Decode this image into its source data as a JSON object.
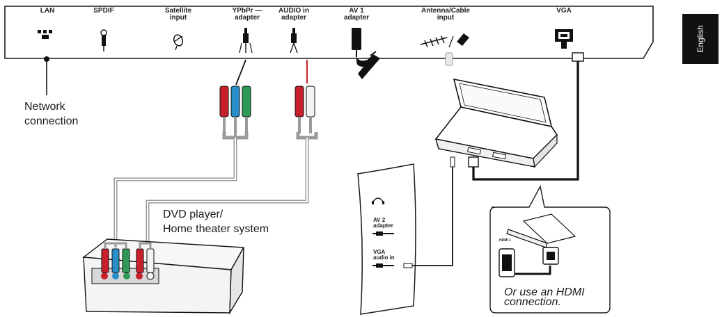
{
  "tv_panel": {
    "ports": [
      {
        "id": "lan",
        "label": "LAN"
      },
      {
        "id": "spdif",
        "label": "SPDIF"
      },
      {
        "id": "satellite",
        "label": "Satellite\ninput"
      },
      {
        "id": "ypbpr",
        "label": "YPbPr —\nadapter"
      },
      {
        "id": "audio_in",
        "label": "AUDIO in\nadapter"
      },
      {
        "id": "av1",
        "label": "AV 1\nadapter"
      },
      {
        "id": "antenna",
        "label": "Antenna/Cable\ninput"
      },
      {
        "id": "vga",
        "label": "VGA"
      }
    ]
  },
  "side_panel": {
    "av2": "AV 2\nadapter",
    "vga_audio": "VGA\naudio in"
  },
  "labels": {
    "network": "Network\nconnection",
    "dvd": "DVD player/\nHome theater system",
    "hdmi_note": "Or use an HDMI\nconnection.",
    "hdmi_port": "HDMI 1"
  },
  "language_tab": "English",
  "colors": {
    "line": "#1a1a1a",
    "cable_gray": "#9a9a9a",
    "plug_red": "#c8202a",
    "plug_green": "#2e9a55",
    "plug_blue": "#2a8fc8",
    "plug_white": "#f4f4f4",
    "tab_bg": "#111111"
  }
}
